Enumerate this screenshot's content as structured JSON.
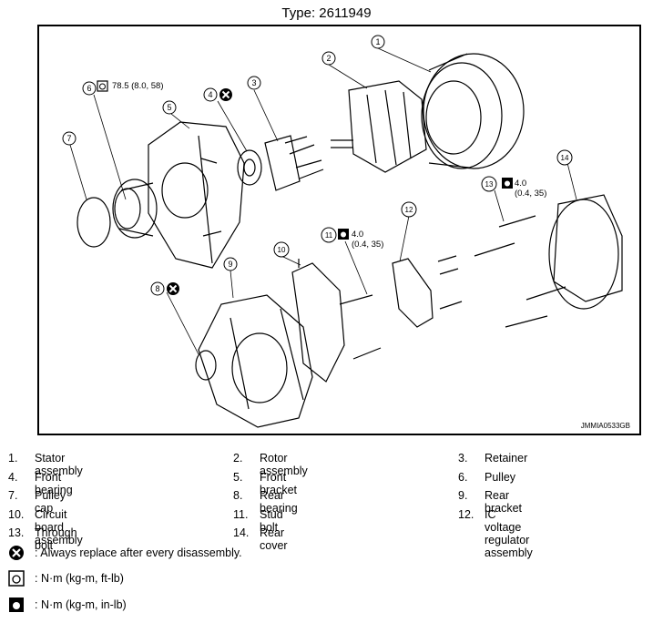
{
  "title": "Type: 2611949",
  "figure_id": "JMMIA0533GB",
  "callouts": {
    "pulley_torque": "78.5 (8.0, 58)",
    "stud_torque_nm": "4.0",
    "stud_torque_sub": "(0.4, 35)",
    "bolt_torque_nm": "4.0",
    "bolt_torque_sub": "(0.4, 35)"
  },
  "part_numbers": [
    "1",
    "2",
    "3",
    "4",
    "5",
    "6",
    "7",
    "8",
    "9",
    "10",
    "11",
    "12",
    "13",
    "14"
  ],
  "legend": [
    {
      "num": "1.",
      "name": "Stator assembly"
    },
    {
      "num": "2.",
      "name": "Rotor assembly"
    },
    {
      "num": "3.",
      "name": "Retainer"
    },
    {
      "num": "4.",
      "name": "Front bearing"
    },
    {
      "num": "5.",
      "name": "Front bracket"
    },
    {
      "num": "6.",
      "name": "Pulley"
    },
    {
      "num": "7.",
      "name": "Pulley cap"
    },
    {
      "num": "8.",
      "name": "Rear bearing"
    },
    {
      "num": "9.",
      "name": "Rear bracket"
    },
    {
      "num": "10.",
      "name": "Circuit board assembly"
    },
    {
      "num": "11.",
      "name": "Stud bolt"
    },
    {
      "num": "12.",
      "name": "IC voltage regulator assembly"
    },
    {
      "num": "13.",
      "name": "Through bolt"
    },
    {
      "num": "14.",
      "name": "Rear cover"
    }
  ],
  "symbols": [
    {
      "icon": "always-replace-icon",
      "text": ": Always replace after every disassembly."
    },
    {
      "icon": "torque-ft-lb-icon",
      "text": ": N·m (kg-m, ft-lb)"
    },
    {
      "icon": "torque-in-lb-icon",
      "text": ": N·m (kg-m, in-lb)"
    }
  ]
}
